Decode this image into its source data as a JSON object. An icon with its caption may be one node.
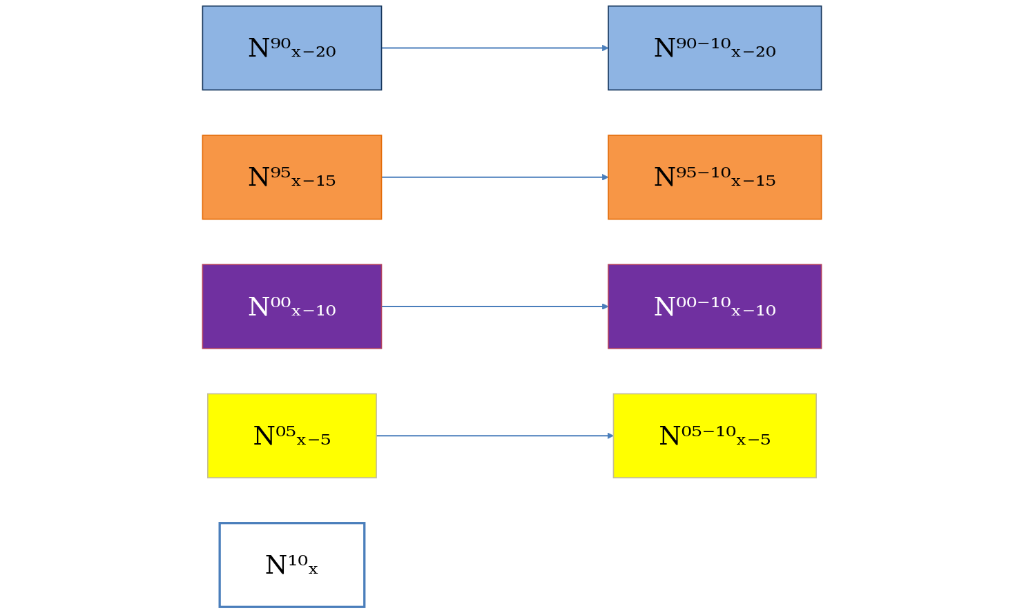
{
  "diagram": {
    "nodes": [
      {
        "text": [
          "N⁹⁰ₓ₋₂₀"
        ]
      },
      {
        "text": [
          "N⁹⁰⁻¹⁰ₓ₋₂₀"
        ]
      },
      {
        "text": [
          "N⁹⁵ₓ₋₁₅"
        ]
      },
      {
        "text": [
          "N⁹⁵⁻¹⁰ₓ₋₁₅"
        ]
      },
      {
        "text": [
          "N⁰⁰ₓ₋₁₀"
        ]
      },
      {
        "text": [
          "N⁰⁰⁻¹⁰ₓ₋₁₀"
        ]
      },
      {
        "text": [
          "N⁰⁵ₓ₋₅"
        ]
      },
      {
        "text": [
          "N⁰⁵⁻¹⁰ₓ₋₅"
        ]
      },
      {
        "text": [
          "N¹⁰ₓ"
        ]
      }
    ],
    "edges": [
      {
        "from": 0,
        "to": 1,
        "arrow": "to"
      },
      {
        "from": 2,
        "to": 3,
        "arrow": "to"
      },
      {
        "from": 4,
        "to": 5,
        "arrow": "to"
      },
      {
        "from": 6,
        "to": 7,
        "arrow": "to"
      }
    ]
  }
}
